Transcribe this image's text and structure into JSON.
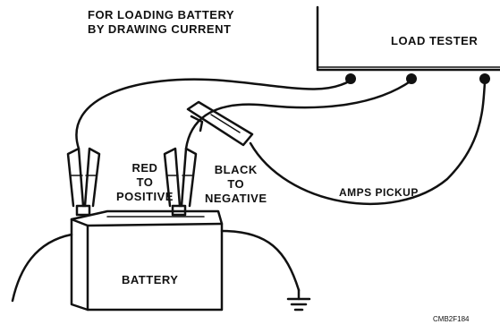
{
  "note": {
    "line1": "FOR LOADING BATTERY",
    "line2": "BY DRAWING CURRENT"
  },
  "load_tester": {
    "label": "LOAD TESTER"
  },
  "red_clamp": {
    "line1": "RED",
    "line2": "TO",
    "line3": "POSITIVE"
  },
  "black_clamp": {
    "line1": "BLACK",
    "line2": "TO",
    "line3": "NEGATIVE"
  },
  "amps_pickup": {
    "label": "AMPS PICKUP"
  },
  "battery": {
    "label": "BATTERY"
  },
  "figure_code": "CMB2F184"
}
